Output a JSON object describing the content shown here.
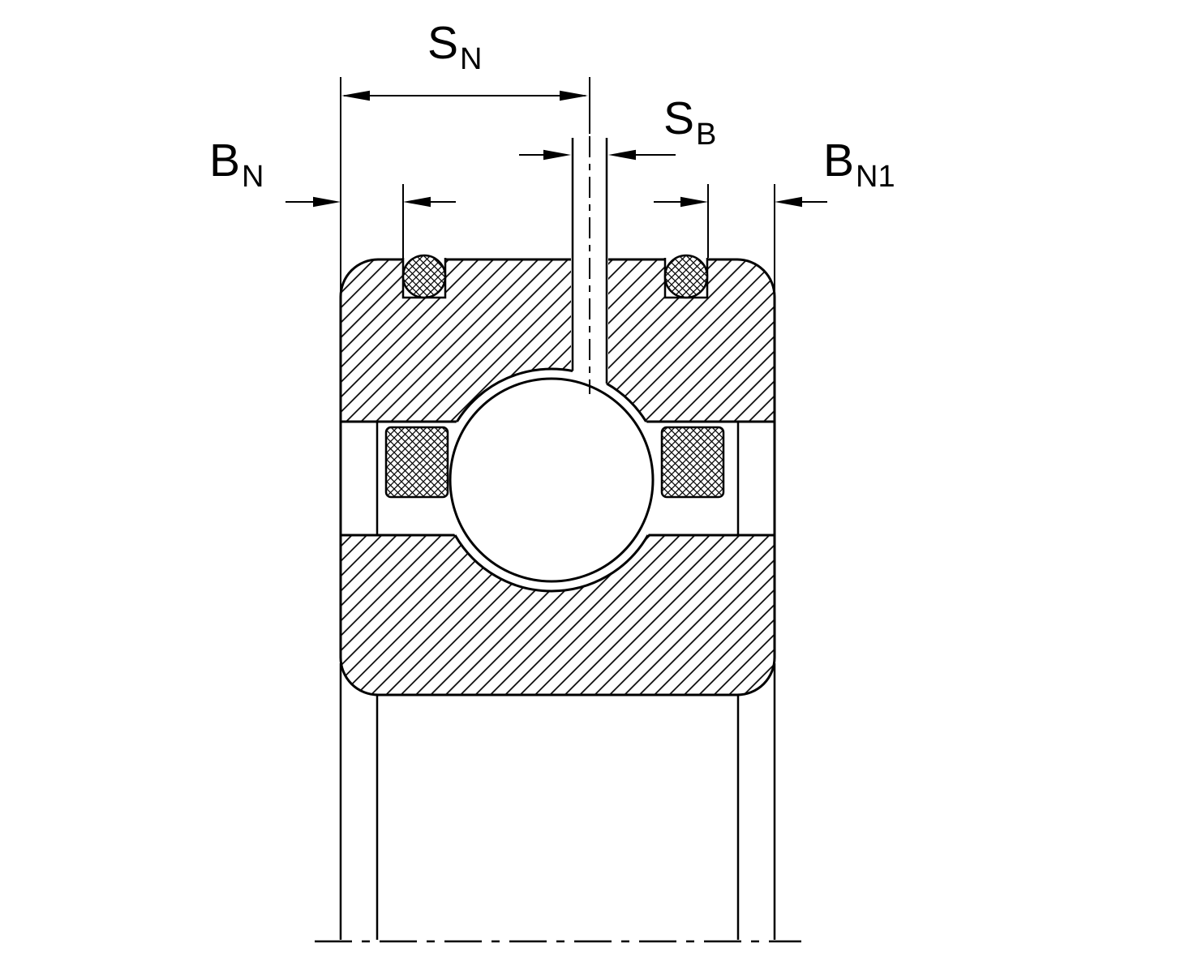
{
  "diagram": {
    "kind": "bearing-cross-section-dimension-drawing",
    "labels": {
      "sn": {
        "main": "S",
        "sub": "N"
      },
      "sb": {
        "main": "S",
        "sub": "B"
      },
      "bn": {
        "main": "B",
        "sub": "N"
      },
      "bn1": {
        "main": "B",
        "sub": "N1"
      }
    },
    "colors": {
      "line": "#000000",
      "background": "#ffffff"
    }
  }
}
